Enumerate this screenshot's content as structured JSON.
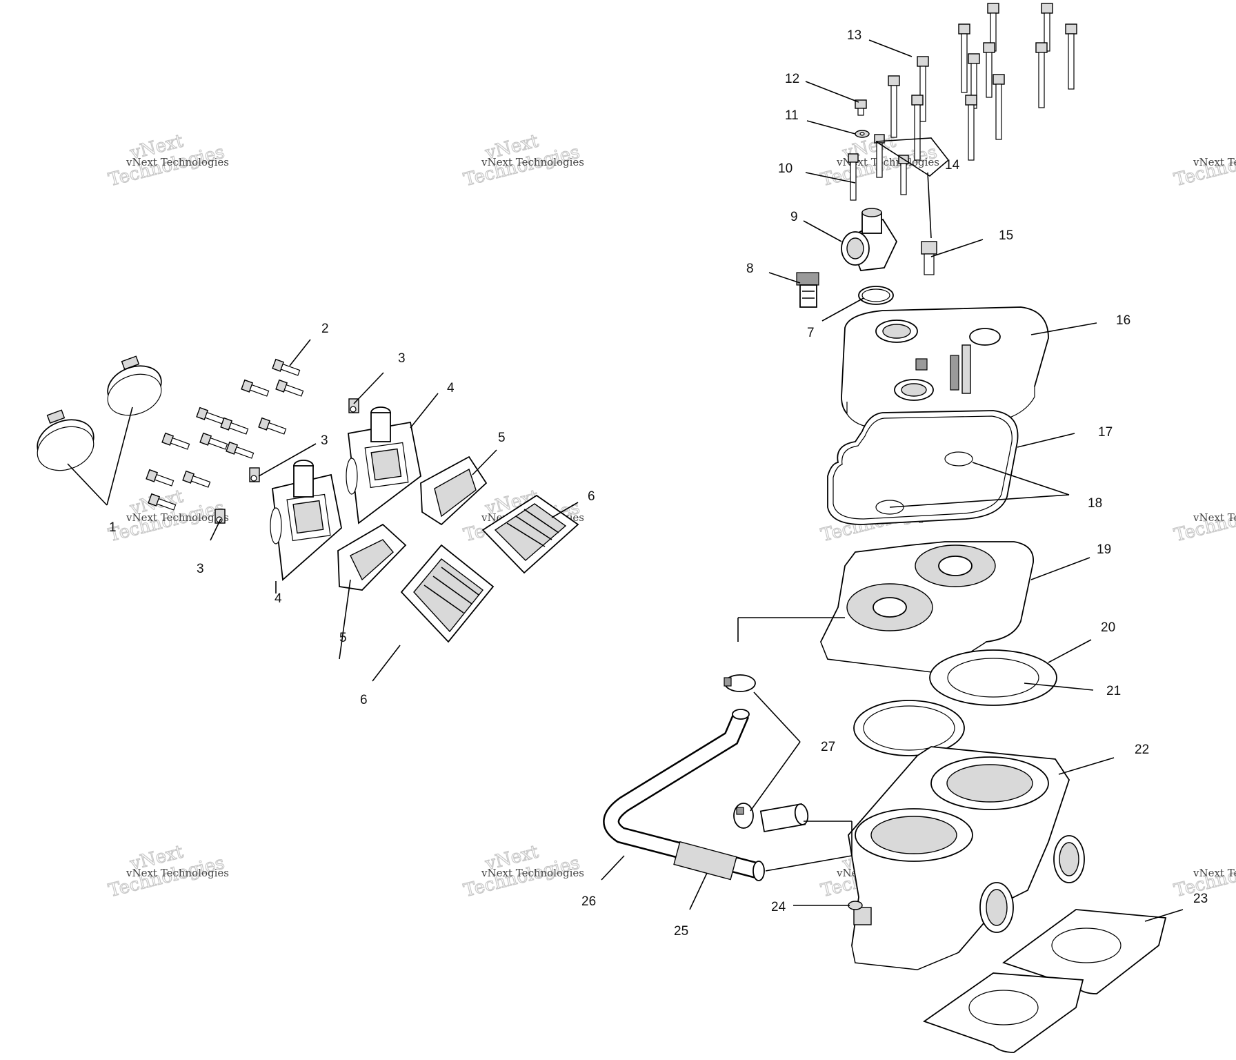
{
  "diagram": {
    "callouts": [
      {
        "id": "1",
        "text": "1"
      },
      {
        "id": "2",
        "text": "2"
      },
      {
        "id": "3a",
        "text": "3"
      },
      {
        "id": "3b",
        "text": "3"
      },
      {
        "id": "3c",
        "text": "3"
      },
      {
        "id": "4a",
        "text": "4"
      },
      {
        "id": "4b",
        "text": "4"
      },
      {
        "id": "5a",
        "text": "5"
      },
      {
        "id": "5b",
        "text": "5"
      },
      {
        "id": "6a",
        "text": "6"
      },
      {
        "id": "6b",
        "text": "6"
      },
      {
        "id": "7",
        "text": "7"
      },
      {
        "id": "8",
        "text": "8"
      },
      {
        "id": "9",
        "text": "9"
      },
      {
        "id": "10",
        "text": "10"
      },
      {
        "id": "11",
        "text": "11"
      },
      {
        "id": "12",
        "text": "12"
      },
      {
        "id": "13",
        "text": "13"
      },
      {
        "id": "14",
        "text": "14"
      },
      {
        "id": "15",
        "text": "15"
      },
      {
        "id": "16",
        "text": "16"
      },
      {
        "id": "17",
        "text": "17"
      },
      {
        "id": "18",
        "text": "18"
      },
      {
        "id": "19",
        "text": "19"
      },
      {
        "id": "20",
        "text": "20"
      },
      {
        "id": "21",
        "text": "21"
      },
      {
        "id": "22",
        "text": "22"
      },
      {
        "id": "23",
        "text": "23"
      },
      {
        "id": "24",
        "text": "24"
      },
      {
        "id": "25",
        "text": "25"
      },
      {
        "id": "26",
        "text": "26"
      },
      {
        "id": "27",
        "text": "27"
      }
    ],
    "watermark": {
      "line1": "vNext Technologies",
      "line2": "Technologies",
      "line3": "vNext"
    }
  }
}
